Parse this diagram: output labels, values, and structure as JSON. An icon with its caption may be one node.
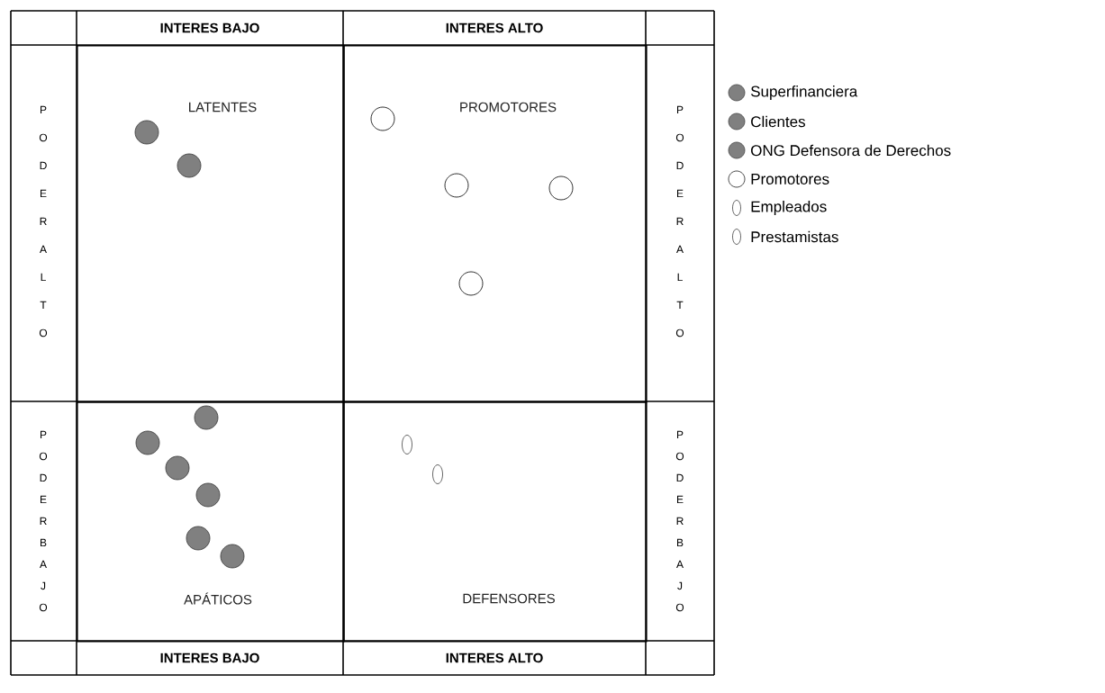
{
  "diagram": {
    "nodes": [
      {
        "text": [
          "LATENTES"
        ]
      },
      {
        "text": [
          "PROMOTORES"
        ]
      },
      {
        "text": [
          "APÁTICOS"
        ]
      },
      {
        "text": [
          "DEFENSORES"
        ]
      },
      {
        "text": [],
        "shape": "dot",
        "in": 0
      },
      {
        "text": [],
        "shape": "dot",
        "in": 0
      },
      {
        "text": [],
        "shape": "circle",
        "in": 1
      },
      {
        "text": [],
        "shape": "circle",
        "in": 1
      },
      {
        "text": [],
        "shape": "circle",
        "in": 1
      },
      {
        "text": [],
        "shape": "circle",
        "in": 1
      },
      {
        "text": [],
        "shape": "dot",
        "in": 2
      },
      {
        "text": [],
        "shape": "dot",
        "in": 2
      },
      {
        "text": [],
        "shape": "dot",
        "in": 2
      },
      {
        "text": [],
        "shape": "dot",
        "in": 2
      },
      {
        "text": [],
        "shape": "dot",
        "in": 2
      },
      {
        "text": [],
        "shape": "dot",
        "in": 2
      },
      {
        "text": [],
        "shape": "ellipse",
        "in": 3
      },
      {
        "text": [],
        "shape": "ellipse",
        "in": 3
      }
    ],
    "labels": [
      "INTERES BAJO",
      "INTERES ALTO",
      "PODER ALTO",
      "PODER ALTO",
      "PODER BAJO",
      "PODER BAJO",
      "INTERES BAJO",
      "INTERES ALTO"
    ],
    "legend": [
      {
        "text": "Superfinanciera"
      },
      {
        "text": "Clientes"
      },
      {
        "text": "ONG Defensora de Derechos"
      },
      {
        "text": "Promotores"
      },
      {
        "text": "Empleados"
      },
      {
        "text": "Prestamistas"
      }
    ]
  }
}
